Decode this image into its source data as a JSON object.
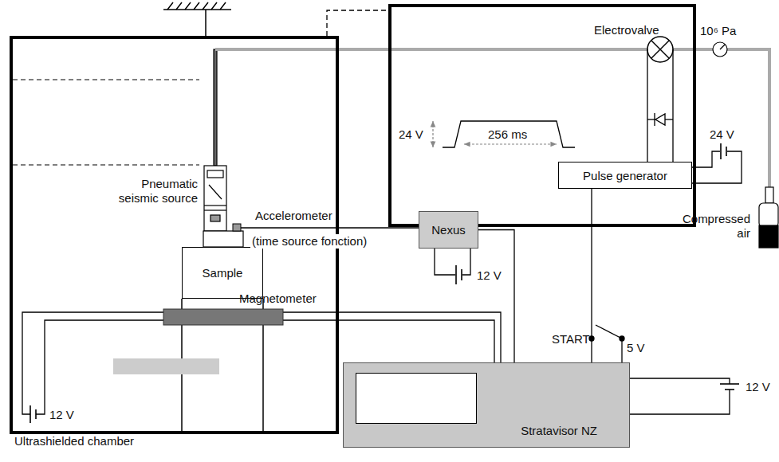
{
  "diagram": {
    "nodes": [
      {
        "text": [
          "Ultrashielded chamber"
        ]
      },
      {
        "text": [
          "Electrovalve"
        ]
      },
      {
        "text": [
          "Pulse generator"
        ],
        "in": 1
      },
      {
        "text": [
          "Sample"
        ],
        "in": 0
      },
      {
        "text": [
          "Nexus"
        ]
      },
      {
        "text": [
          "Stratavisor NZ"
        ]
      }
    ],
    "edges": [
      {
        "from": 0,
        "to": 1,
        "arrow": "none"
      },
      {
        "from": 4,
        "to": 5,
        "arrow": "none"
      },
      {
        "from": 2,
        "to": 5,
        "arrow": "none"
      }
    ],
    "labels": [
      "10⁶ Pa",
      "24 V",
      "256 ms",
      "24 V",
      "Pneumatic seismic source",
      "Accelerometer",
      "(time source fonction)",
      "Compressed air",
      "12 V",
      "START",
      "5 V",
      "Magnetometer",
      "12 V",
      "12 V"
    ]
  }
}
